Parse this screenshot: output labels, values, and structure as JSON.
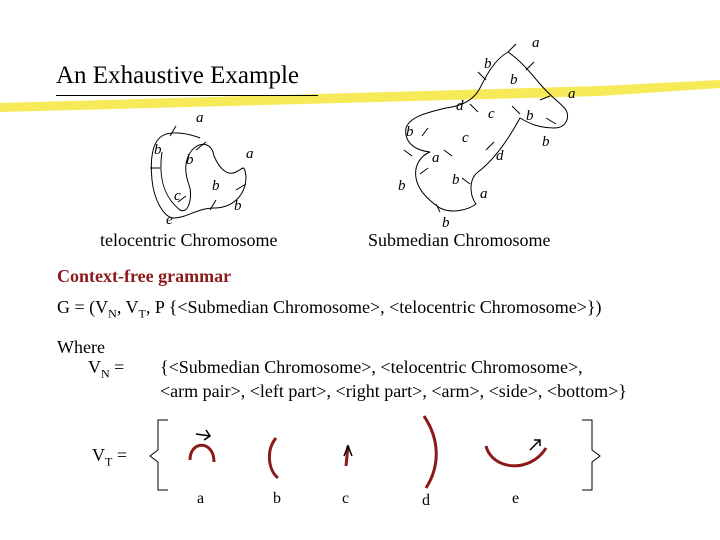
{
  "slide": {
    "title": "An Exhaustive Example",
    "accent_color": "#f5e63c",
    "curve_color": "#8b1a1a"
  },
  "telocentric": {
    "caption": "telocentric Chromosome",
    "labels": [
      "a",
      "b",
      "b",
      "a",
      "c",
      "b",
      "b",
      "e"
    ]
  },
  "submedian": {
    "caption": "Submedian Chromosome",
    "labels": [
      "a",
      "b",
      "b",
      "a",
      "d",
      "c",
      "b",
      "b",
      "c",
      "d",
      "b",
      "a",
      "b",
      "b",
      "a",
      "b"
    ]
  },
  "grammar": {
    "heading": "Context-free grammar",
    "g_prefix": "G = (V",
    "g_sub_n": "N",
    "g_mid": ", V",
    "g_sub_t": "T",
    "g_suffix": ", P {<Submedian Chromosome>, <telocentric Chromosome>})",
    "where": "Where",
    "vn_prefix": "V",
    "vn_sub": "N",
    "vn_suffix": " =",
    "vn_line1": "{<Submedian Chromosome>, <telocentric Chromosome>,",
    "vn_line2": "<arm pair>, <left part>, <right part>, <arm>, <side>, <bottom>}",
    "vt_prefix": "V",
    "vt_sub": "T",
    "vt_suffix": " =",
    "terminals": [
      "a",
      "b",
      "c",
      "d",
      "e"
    ]
  }
}
